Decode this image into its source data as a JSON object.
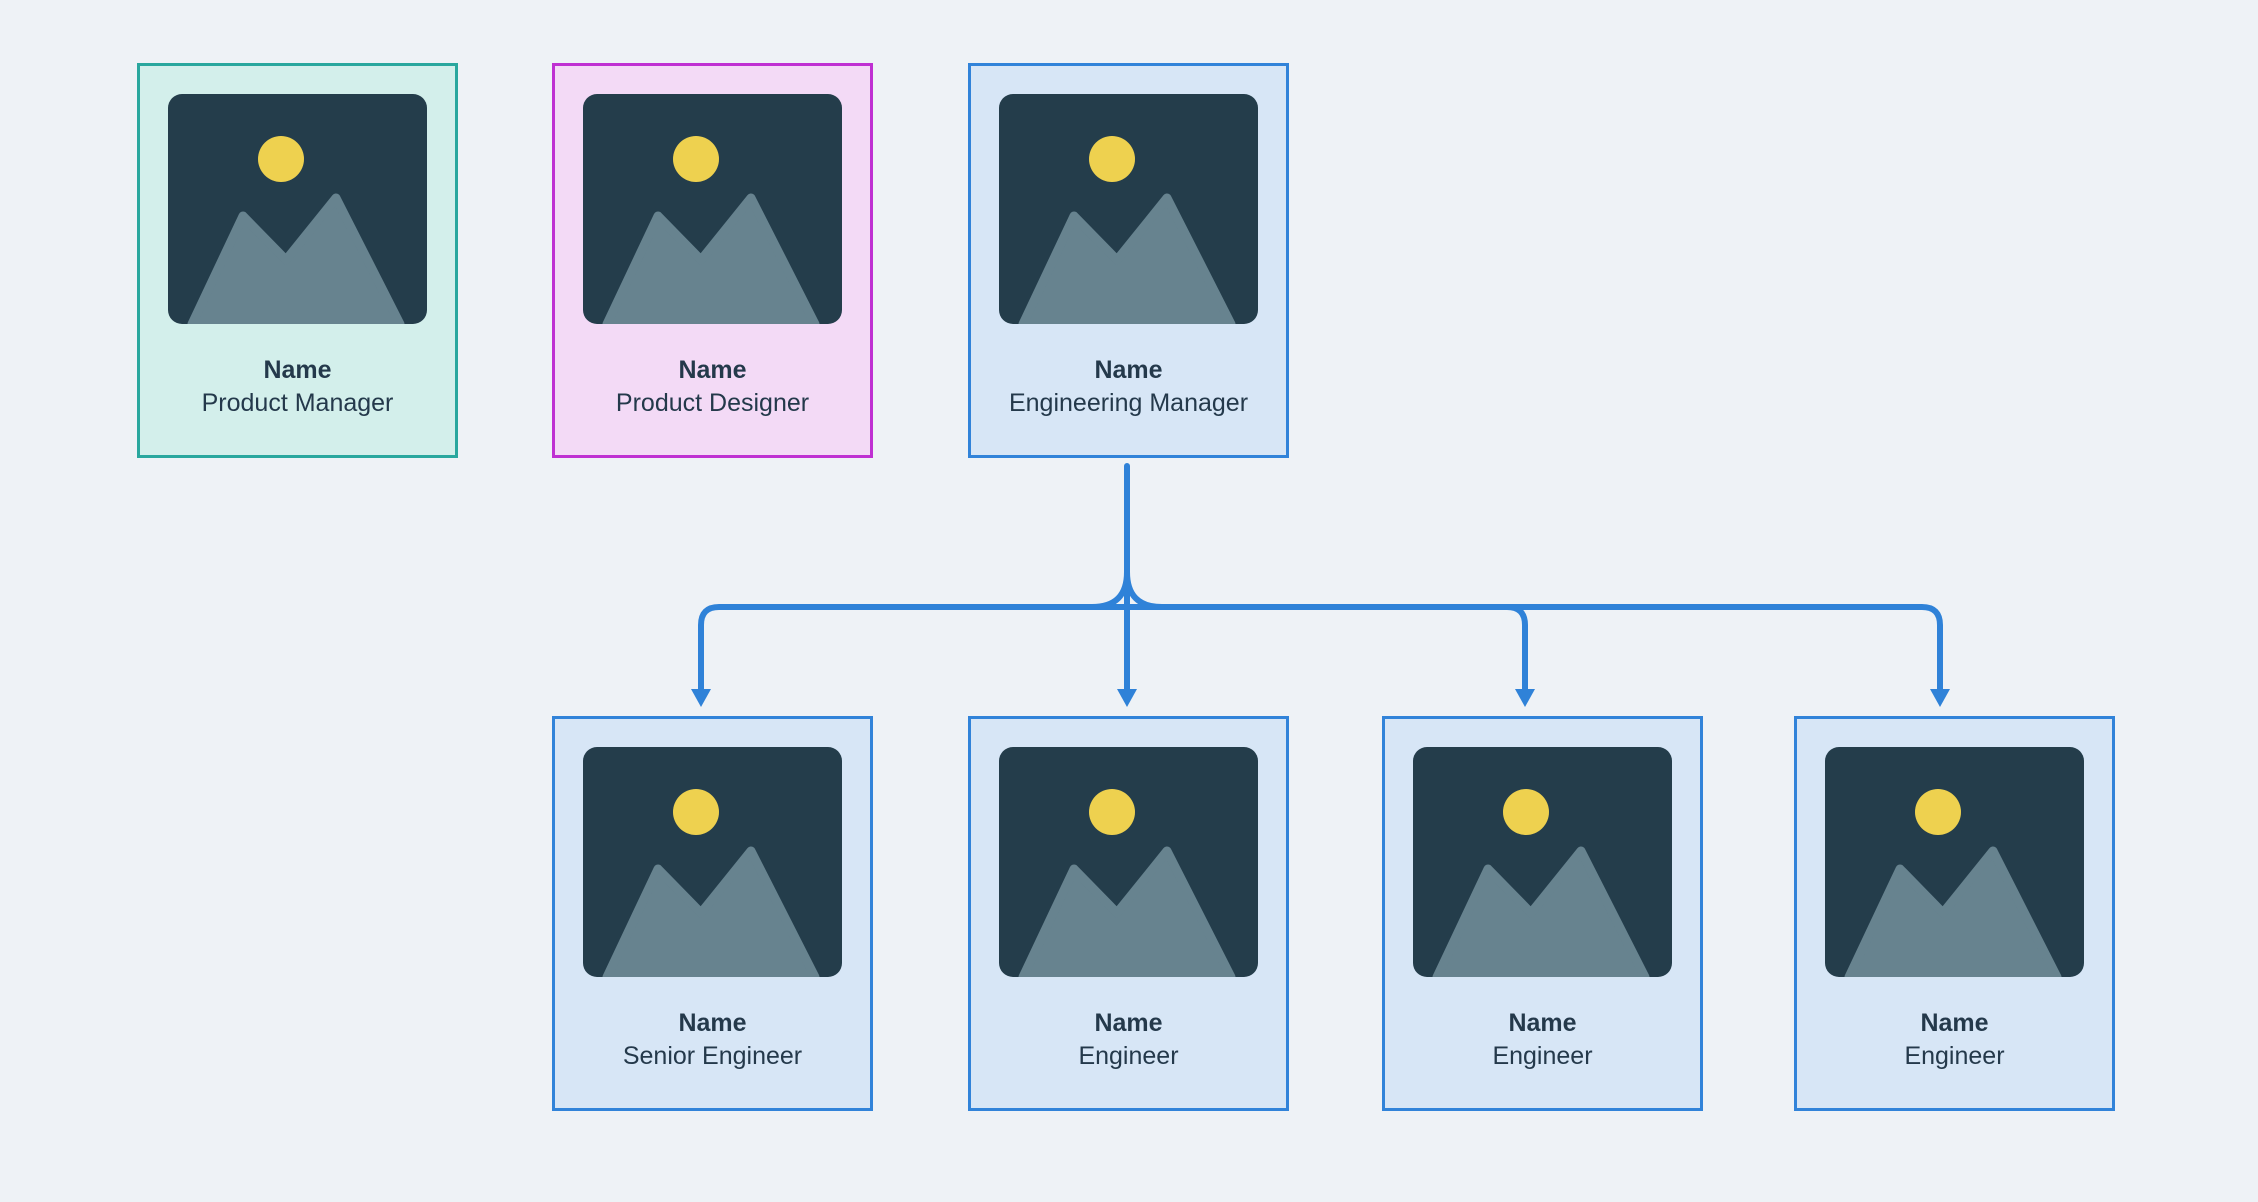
{
  "diagram_type": "org-chart",
  "colors": {
    "page_bg": "#eef2f6",
    "connector": "#2f82d8",
    "text": "#24394b",
    "placeholder": "#243d4b",
    "sun": "#eed14f",
    "mountain": "#67838f",
    "teal_border": "#29a79e",
    "teal_bg": "#d3efeb",
    "pink_border": "#bf30d2",
    "pink_bg": "#f3daf6",
    "blue_border": "#3183d9",
    "blue_bg": "#d7e6f6"
  },
  "nodes": [
    {
      "name": "Name",
      "role": "Product Manager",
      "variant": "teal",
      "row": "top"
    },
    {
      "name": "Name",
      "role": "Product Designer",
      "variant": "pink",
      "row": "top"
    },
    {
      "name": "Name",
      "role": "Engineering Manager",
      "variant": "blue",
      "row": "top"
    },
    {
      "name": "Name",
      "role": "Senior Engineer",
      "variant": "blue",
      "row": "bottom"
    },
    {
      "name": "Name",
      "role": "Engineer",
      "variant": "blue",
      "row": "bottom"
    },
    {
      "name": "Name",
      "role": "Engineer",
      "variant": "blue",
      "row": "bottom"
    },
    {
      "name": "Name",
      "role": "Engineer",
      "variant": "blue",
      "row": "bottom"
    }
  ],
  "edges": [
    {
      "from": "Engineering Manager",
      "to": "Senior Engineer"
    },
    {
      "from": "Engineering Manager",
      "to": "Engineer"
    },
    {
      "from": "Engineering Manager",
      "to": "Engineer"
    },
    {
      "from": "Engineering Manager",
      "to": "Engineer"
    }
  ],
  "icons": {
    "placeholder": "image-placeholder-icon"
  }
}
